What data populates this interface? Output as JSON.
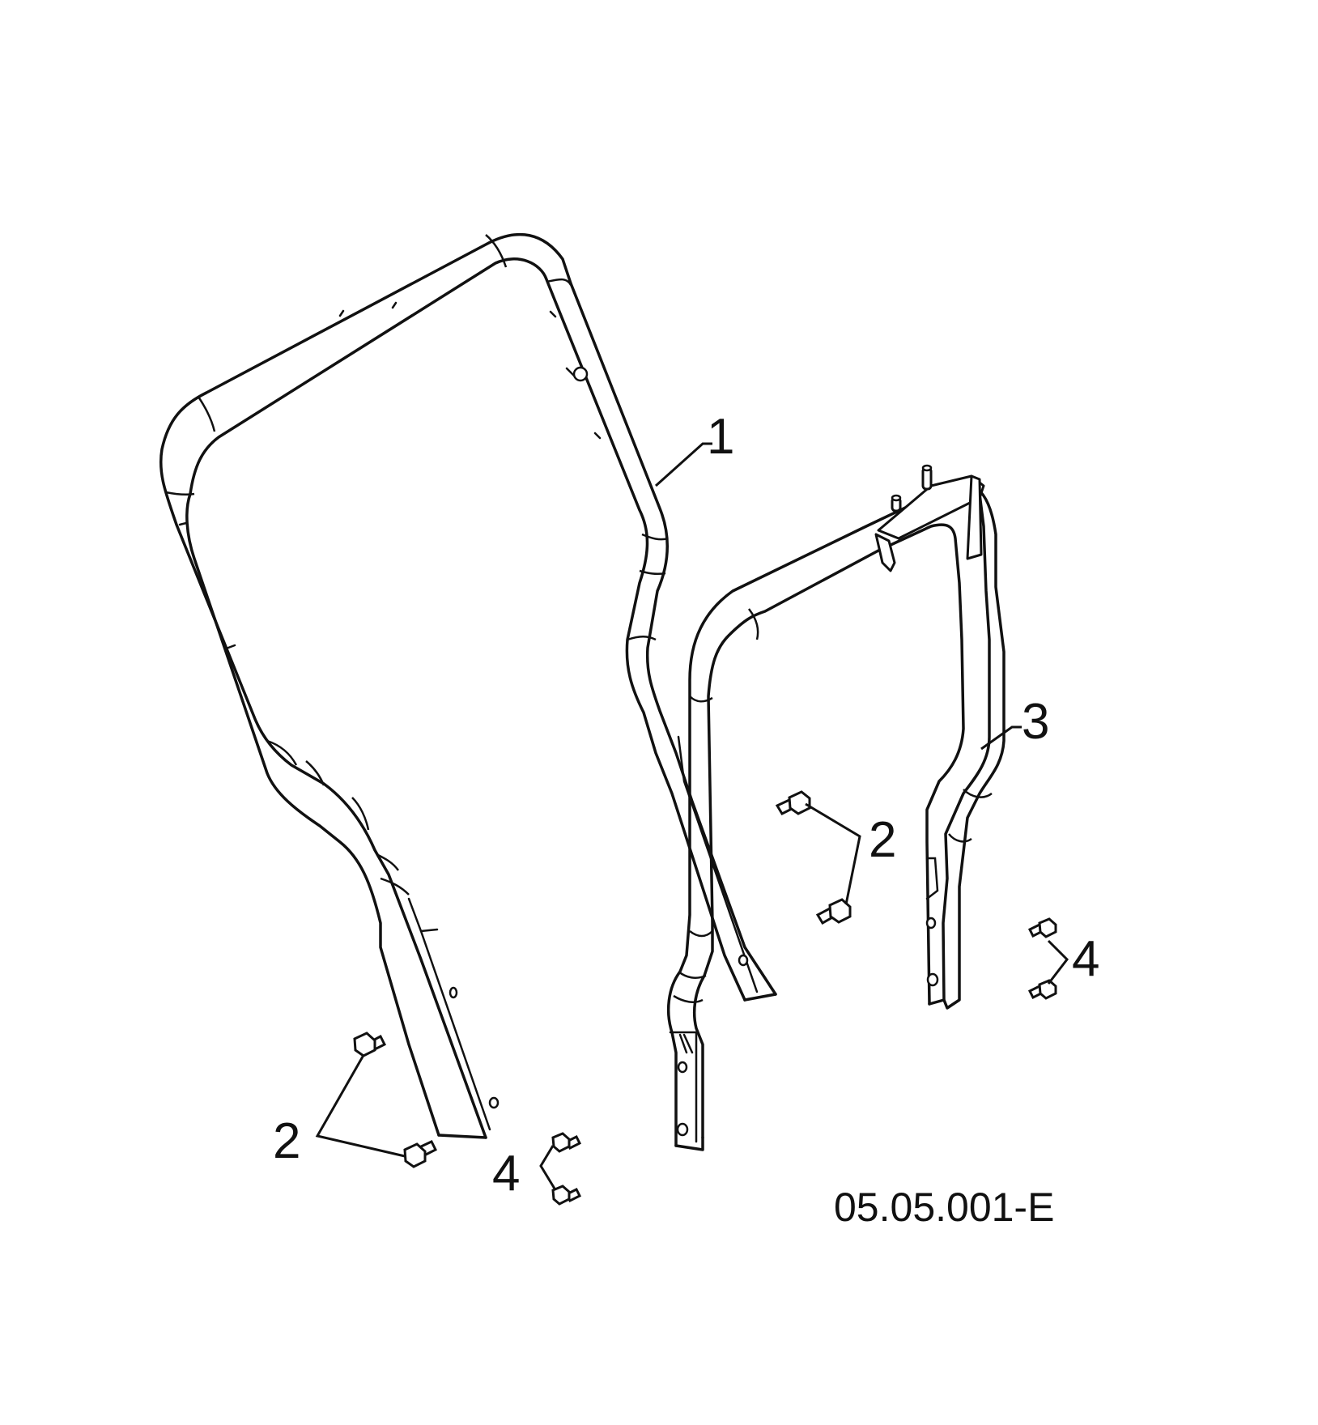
{
  "diagram": {
    "callouts": [
      {
        "id": "callout-1",
        "text": "1"
      },
      {
        "id": "callout-3",
        "text": "3"
      },
      {
        "id": "callout-2-right",
        "text": "2"
      },
      {
        "id": "callout-4-right",
        "text": "4"
      },
      {
        "id": "callout-2-left",
        "text": "2"
      },
      {
        "id": "callout-4-left",
        "text": "4"
      }
    ],
    "drawing_code": "05.05.001-E"
  }
}
